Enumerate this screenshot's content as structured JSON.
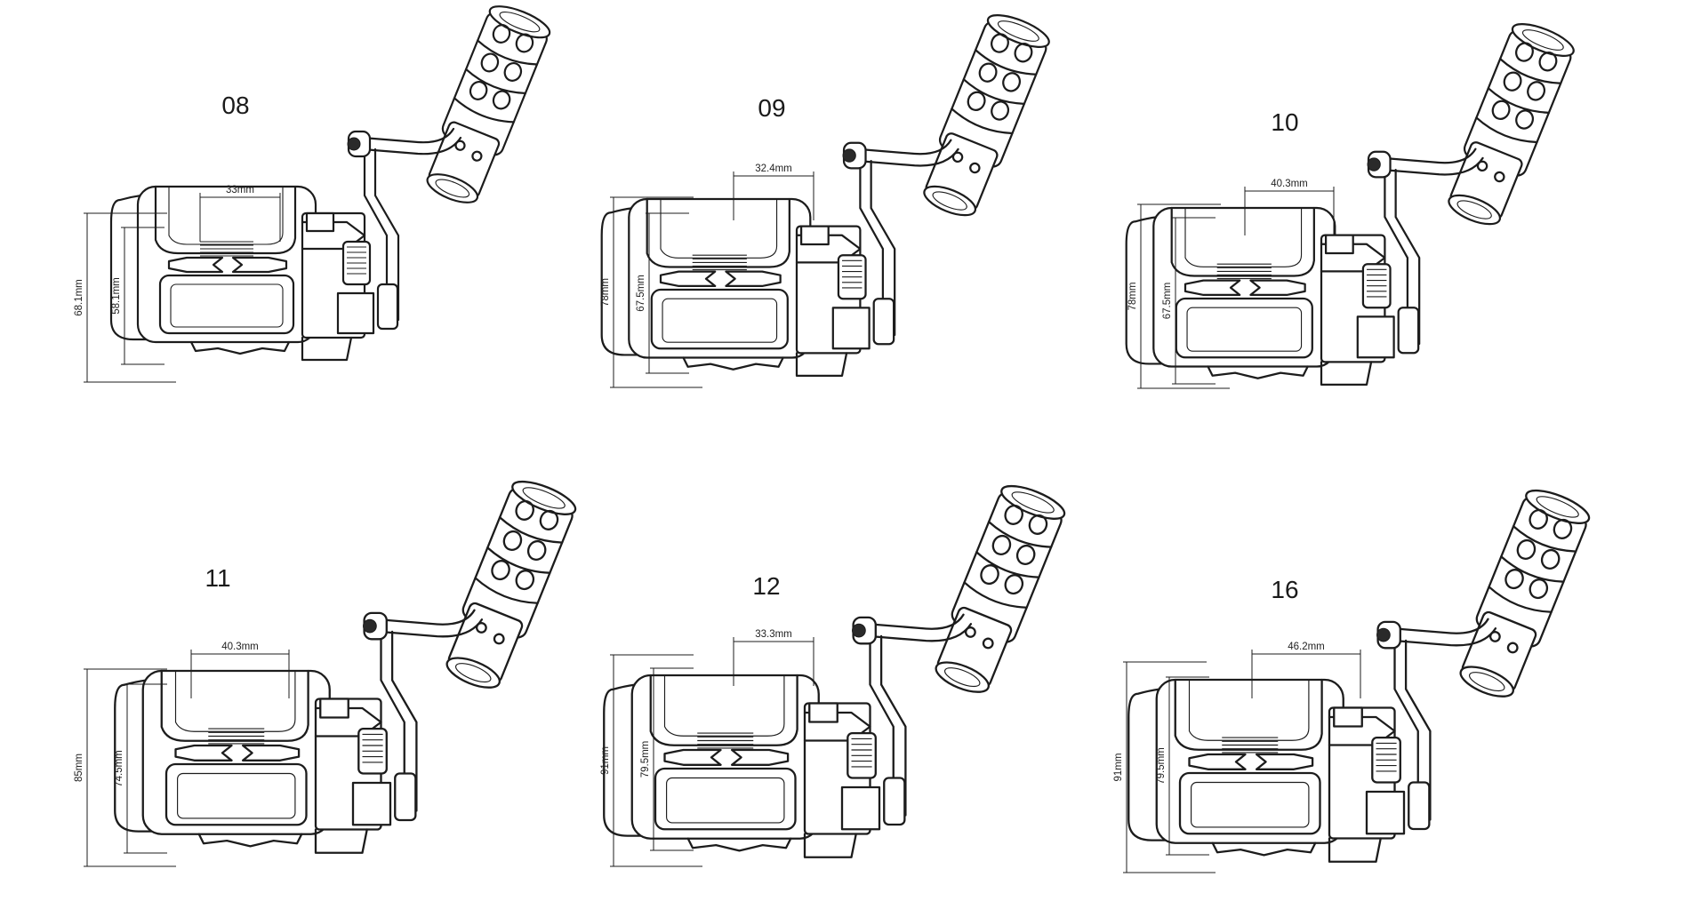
{
  "reels": [
    {
      "model": "08",
      "width_label": "33mm",
      "height_outer": "68.1mm",
      "height_inner": "58.1mm"
    },
    {
      "model": "09",
      "width_label": "32.4mm",
      "height_outer": "78mm",
      "height_inner": "67.5mm"
    },
    {
      "model": "10",
      "width_label": "40.3mm",
      "height_outer": "78mm",
      "height_inner": "67.5mm"
    },
    {
      "model": "11",
      "width_label": "40.3mm",
      "height_outer": "85mm",
      "height_inner": "74.5mm"
    },
    {
      "model": "12",
      "width_label": "33.3mm",
      "height_outer": "91mm",
      "height_inner": "79.5mm"
    },
    {
      "model": "16",
      "width_label": "46.2mm",
      "height_outer": "91mm",
      "height_inner": "79.5mm"
    }
  ],
  "colors": {
    "line": "#1c1c1c",
    "background": "#ffffff"
  }
}
